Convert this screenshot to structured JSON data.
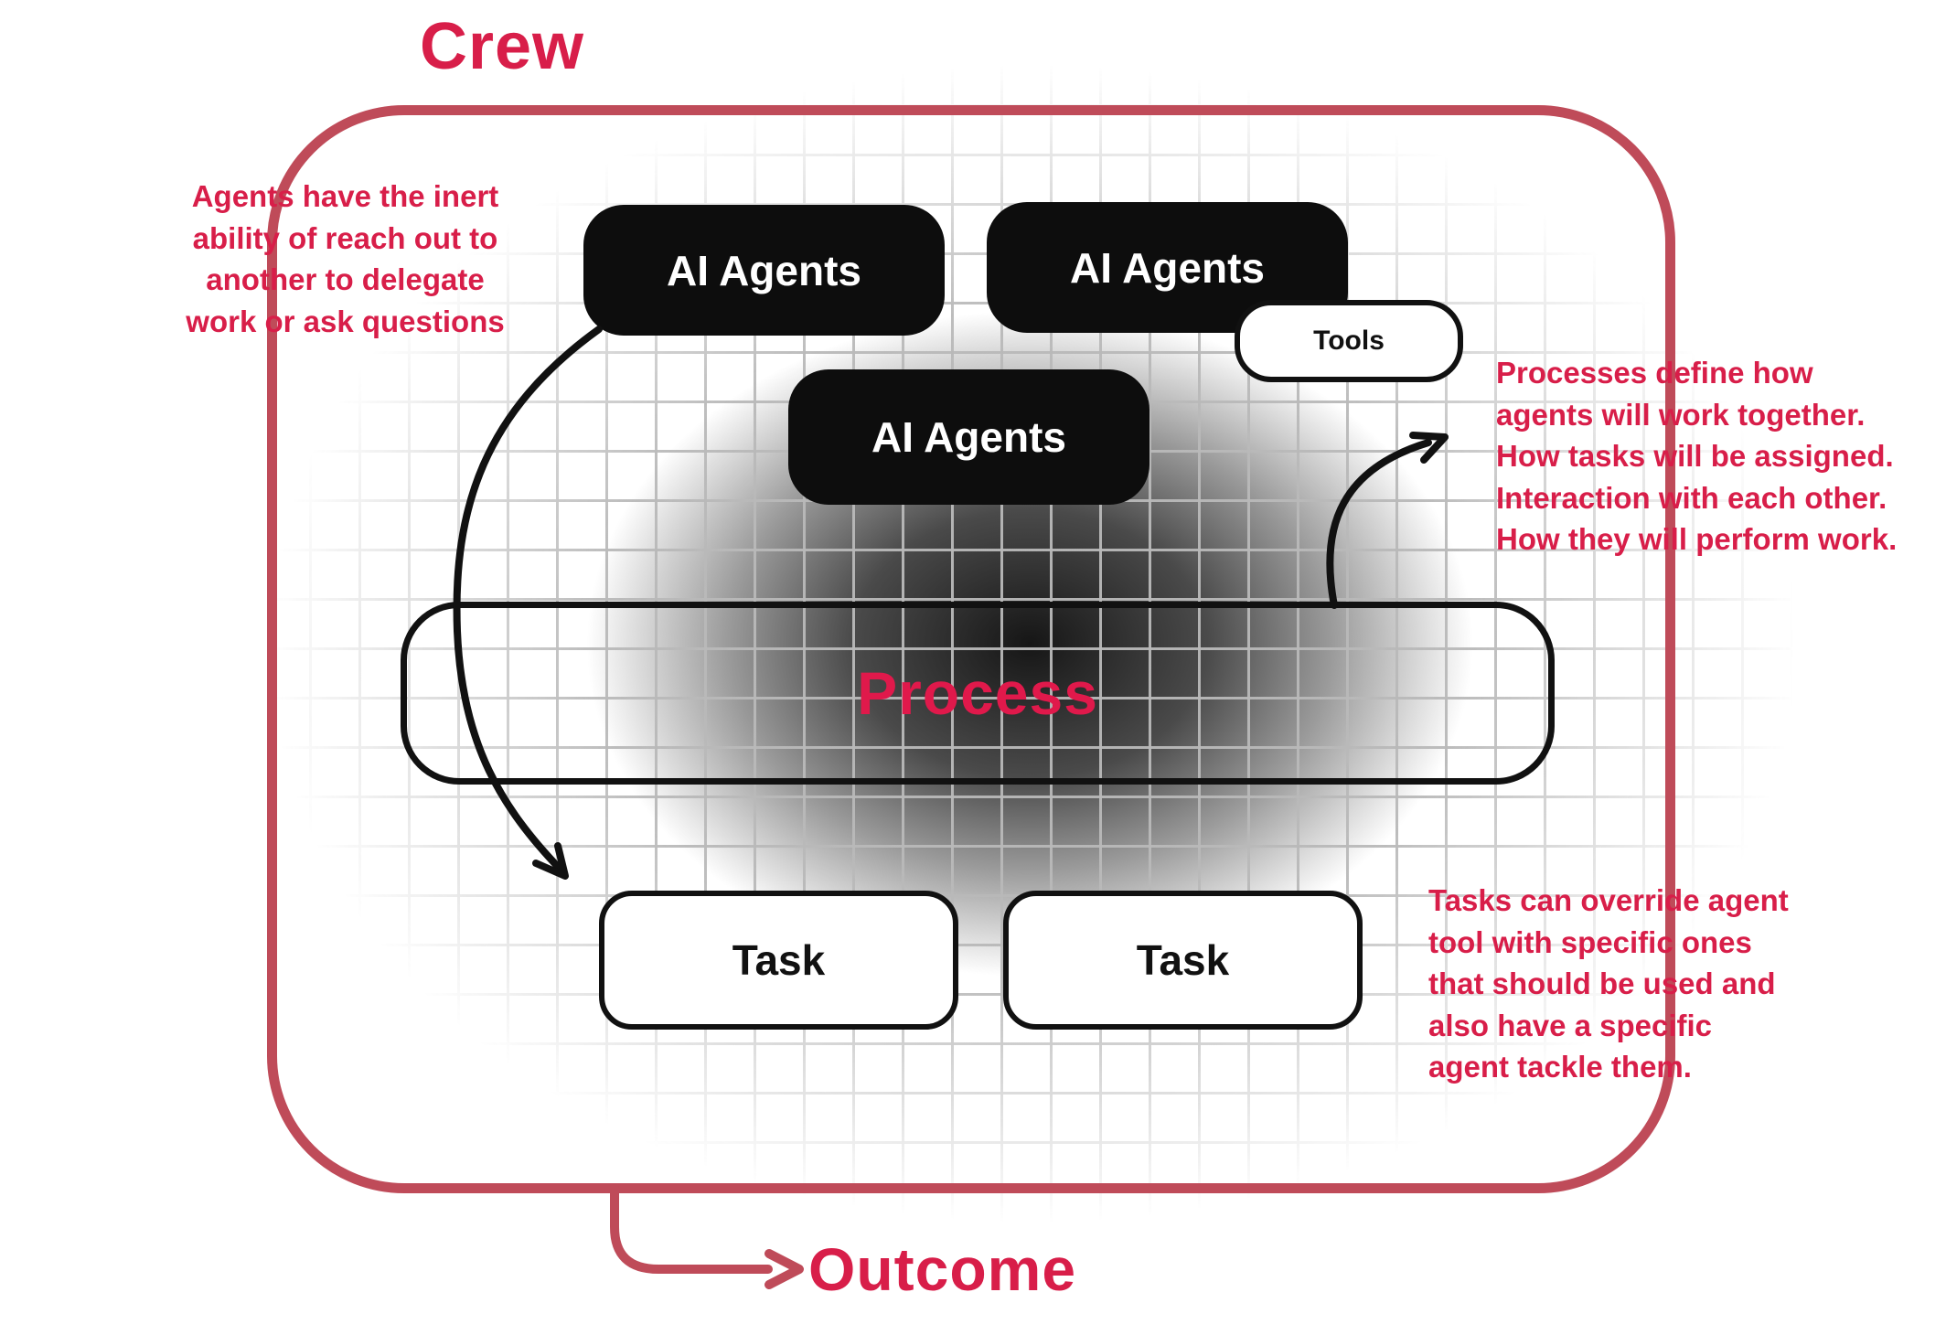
{
  "diagram": {
    "title": "Crew",
    "outcome": "Outcome",
    "nodes": {
      "ai_agents_1": "AI Agents",
      "ai_agents_2": "AI Agents",
      "ai_agents_3": "AI Agents",
      "tools": "Tools",
      "process": "Process",
      "task_1": "Task",
      "task_2": "Task"
    },
    "notes": {
      "left": {
        "lines": [
          "Agents have the inert",
          "ability of reach out to",
          "another to delegate",
          "work or ask questions"
        ]
      },
      "right_top": {
        "lines": [
          "Processes define how",
          "agents will work together.",
          "How tasks will be assigned.",
          "Interaction with each other.",
          "How they will perform work."
        ]
      },
      "right_bottom": {
        "lines": [
          "Tasks can override agent",
          "tool with specific ones",
          "that should be used and",
          "also have a specific",
          "agent tackle them."
        ]
      }
    },
    "colors": {
      "accent_text": "#d81e49",
      "border_red": "#bf4b59",
      "node_black": "#0d0d0d",
      "arrow_black": "#111111"
    }
  }
}
